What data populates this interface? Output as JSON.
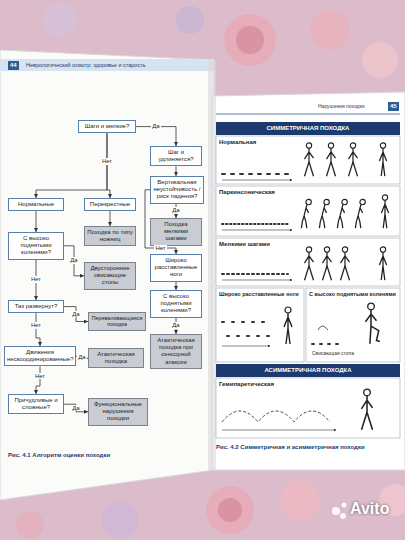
{
  "diagram": {
    "nodes": [
      {
        "text": [
          "Шаги и мелкие?"
        ]
      },
      {
        "text": [
          "Шаг и удлиняется?"
        ]
      },
      {
        "text": [
          "Вертикальная неустойчивость / риск падения?"
        ]
      },
      {
        "text": [
          "Походка мелкими шагами"
        ]
      },
      {
        "text": [
          "Нормальные"
        ]
      },
      {
        "text": [
          "Перекрестные"
        ]
      },
      {
        "text": [
          "Широко расставленные ноги"
        ]
      },
      {
        "text": [
          "С высоко поднятыми коленями?"
        ]
      },
      {
        "text": [
          "Походка по типу ножниц"
        ]
      },
      {
        "text": [
          "С высоко поднятыми коленями?"
        ]
      },
      {
        "text": [
          "Двусторонние свисающие стопы"
        ]
      },
      {
        "text": [
          "Атактическая походка при сенсорной атаксии"
        ]
      },
      {
        "text": [
          "Таз развернут?"
        ]
      },
      {
        "text": [
          "Переваливающаяся походка"
        ]
      },
      {
        "text": [
          "Движения нескоординированные?"
        ]
      },
      {
        "text": [
          "Атактическая походка"
        ]
      },
      {
        "text": [
          "Причудливые и сложные?"
        ]
      },
      {
        "text": [
          "Функциональные нарушения походки"
        ]
      },
      {
        "text": [
          "СИММЕТРИЧНАЯ ПОХОДКА"
        ]
      },
      {
        "text": [
          "АСИММЕТРИЧНАЯ ПОХОДКА"
        ]
      }
    ],
    "edges": [
      {
        "from": 0,
        "to": 1,
        "arrow": "to",
        "label": "Да"
      },
      {
        "from": 0,
        "to": 4,
        "arrow": "to",
        "label": "Нет"
      },
      {
        "from": 0,
        "to": 5,
        "arrow": "to"
      },
      {
        "from": 1,
        "to": 2,
        "arrow": "to"
      },
      {
        "from": 2,
        "to": 3,
        "arrow": "to",
        "label": "Да"
      },
      {
        "from": 2,
        "to": 6,
        "arrow": "to",
        "label": "Нет"
      },
      {
        "from": 4,
        "to": 7,
        "arrow": "to"
      },
      {
        "from": 5,
        "to": 8,
        "arrow": "to"
      },
      {
        "from": 6,
        "to": 9,
        "arrow": "to"
      },
      {
        "from": 7,
        "to": 10,
        "arrow": "to",
        "label": "Да"
      },
      {
        "from": 7,
        "to": 12,
        "arrow": "to",
        "label": "Нет"
      },
      {
        "from": 9,
        "to": 11,
        "arrow": "to",
        "label": "Да"
      },
      {
        "from": 12,
        "to": 13,
        "arrow": "to",
        "label": "Да"
      },
      {
        "from": 12,
        "to": 14,
        "arrow": "to",
        "label": "Нет"
      },
      {
        "from": 14,
        "to": 15,
        "arrow": "to",
        "label": "Да"
      },
      {
        "from": 14,
        "to": 16,
        "arrow": "to",
        "label": "Нет"
      },
      {
        "from": 16,
        "to": 17,
        "arrow": "to",
        "label": "Да"
      }
    ],
    "labels": [
      "44",
      "Неврологический осмотр: здоровье и старость",
      "Рис. 4.1 Алгоритм оценки походки",
      "45",
      "Нарушения походки",
      "Нормальная",
      "Паркинсоническая",
      "Мелкими шагами",
      "Широко расставленные ноги",
      "С высоко поднятыми коленями",
      "Свисающая стопа",
      "Гемипаретическая",
      "Рис. 4.2 Симметричная и асимметричная походки",
      "Avito"
    ]
  }
}
